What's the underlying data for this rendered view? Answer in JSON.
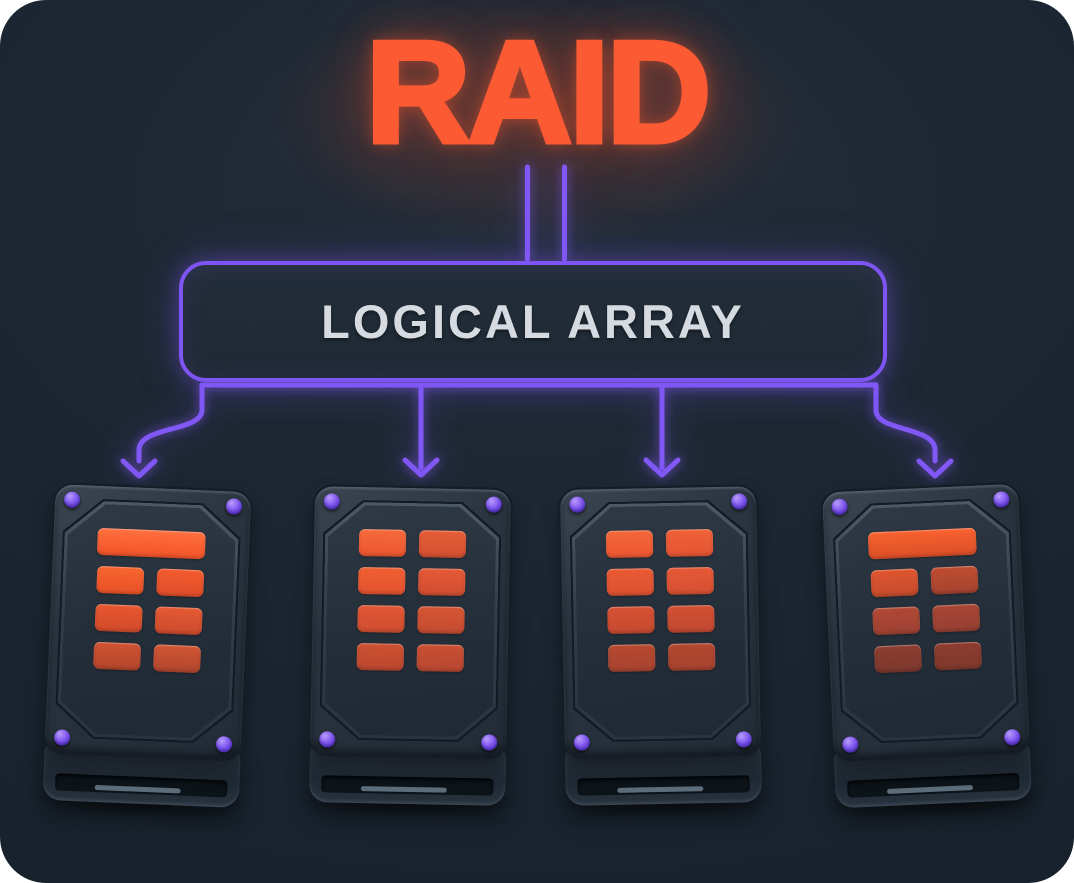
{
  "diagram": {
    "title": "RAID",
    "array_label": "LOGICAL ARRAY",
    "drive_count": 4
  },
  "colors": {
    "page": "#ffffff",
    "card": "#1b2530",
    "title": "#fb5a33",
    "connector": "#8157f5",
    "box_border": "#7e55f3",
    "label_text": "#d6dbe1",
    "screw": "#8158f0",
    "slot": "#0c1319",
    "slot_bar": "#5d6c79"
  },
  "drives": [
    {
      "name": "hard-drive-1",
      "rotation": 2.4,
      "rows": [
        {
          "cells": [
            {
              "wide": true,
              "c": [
                "#ff7040",
                "#f25329"
              ]
            }
          ]
        },
        {
          "cells": [
            {
              "c": [
                "#f6652f",
                "#e95228"
              ]
            },
            {
              "c": [
                "#f25c2e",
                "#e04d2a"
              ]
            }
          ]
        },
        {
          "cells": [
            {
              "c": [
                "#e8572f",
                "#d14b2c"
              ]
            },
            {
              "c": [
                "#e55a33",
                "#cb4a2e"
              ]
            }
          ]
        },
        {
          "cells": [
            {
              "c": [
                "#d05233",
                "#b3462c"
              ]
            },
            {
              "c": [
                "#d25634",
                "#b0452e"
              ]
            }
          ]
        }
      ]
    },
    {
      "name": "hard-drive-2",
      "rotation": 1.1,
      "rows": [
        {
          "cells": [
            {
              "c": [
                "#f56a3b",
                "#ec5630"
              ]
            },
            {
              "c": [
                "#e65d37",
                "#d25031"
              ]
            }
          ]
        },
        {
          "cells": [
            {
              "c": [
                "#f05e32",
                "#e35330"
              ]
            },
            {
              "c": [
                "#e55936",
                "#d04e31"
              ]
            }
          ]
        },
        {
          "cells": [
            {
              "c": [
                "#e15734",
                "#cf4e30"
              ]
            },
            {
              "c": [
                "#d65534",
                "#c44b31"
              ]
            }
          ]
        },
        {
          "cells": [
            {
              "c": [
                "#cd5132",
                "#bb4830"
              ]
            },
            {
              "c": [
                "#c94f32",
                "#b74731"
              ]
            }
          ]
        }
      ]
    },
    {
      "name": "hard-drive-3",
      "rotation": -1.1,
      "rows": [
        {
          "cells": [
            {
              "c": [
                "#f3673a",
                "#ec5732"
              ]
            },
            {
              "c": [
                "#ef6136",
                "#e45533"
              ]
            }
          ]
        },
        {
          "cells": [
            {
              "c": [
                "#ea5a33",
                "#dc5131"
              ]
            },
            {
              "c": [
                "#e65835",
                "#d65033"
              ]
            }
          ]
        },
        {
          "cells": [
            {
              "c": [
                "#d65133",
                "#c44a30"
              ]
            },
            {
              "c": [
                "#d25033",
                "#c14931"
              ]
            }
          ]
        },
        {
          "cells": [
            {
              "c": [
                "#b8492f",
                "#a74330"
              ]
            },
            {
              "c": [
                "#b4482f",
                "#a54230"
              ]
            }
          ]
        }
      ]
    },
    {
      "name": "hard-drive-4",
      "rotation": -2.6,
      "rows": [
        {
          "cells": [
            {
              "wide": true,
              "c": [
                "#f8622f",
                "#dc4f28"
              ]
            }
          ]
        },
        {
          "cells": [
            {
              "c": [
                "#e0562f",
                "#c34b2c"
              ]
            },
            {
              "c": [
                "#bf4c31",
                "#a54330"
              ]
            }
          ]
        },
        {
          "cells": [
            {
              "c": [
                "#b04834",
                "#9c4133"
              ]
            },
            {
              "c": [
                "#a94634",
                "#954033"
              ]
            }
          ]
        },
        {
          "cells": [
            {
              "c": [
                "#8c3d30",
                "#7c382e"
              ]
            },
            {
              "c": [
                "#8e3c2f",
                "#7e382d"
              ]
            }
          ]
        }
      ]
    }
  ]
}
